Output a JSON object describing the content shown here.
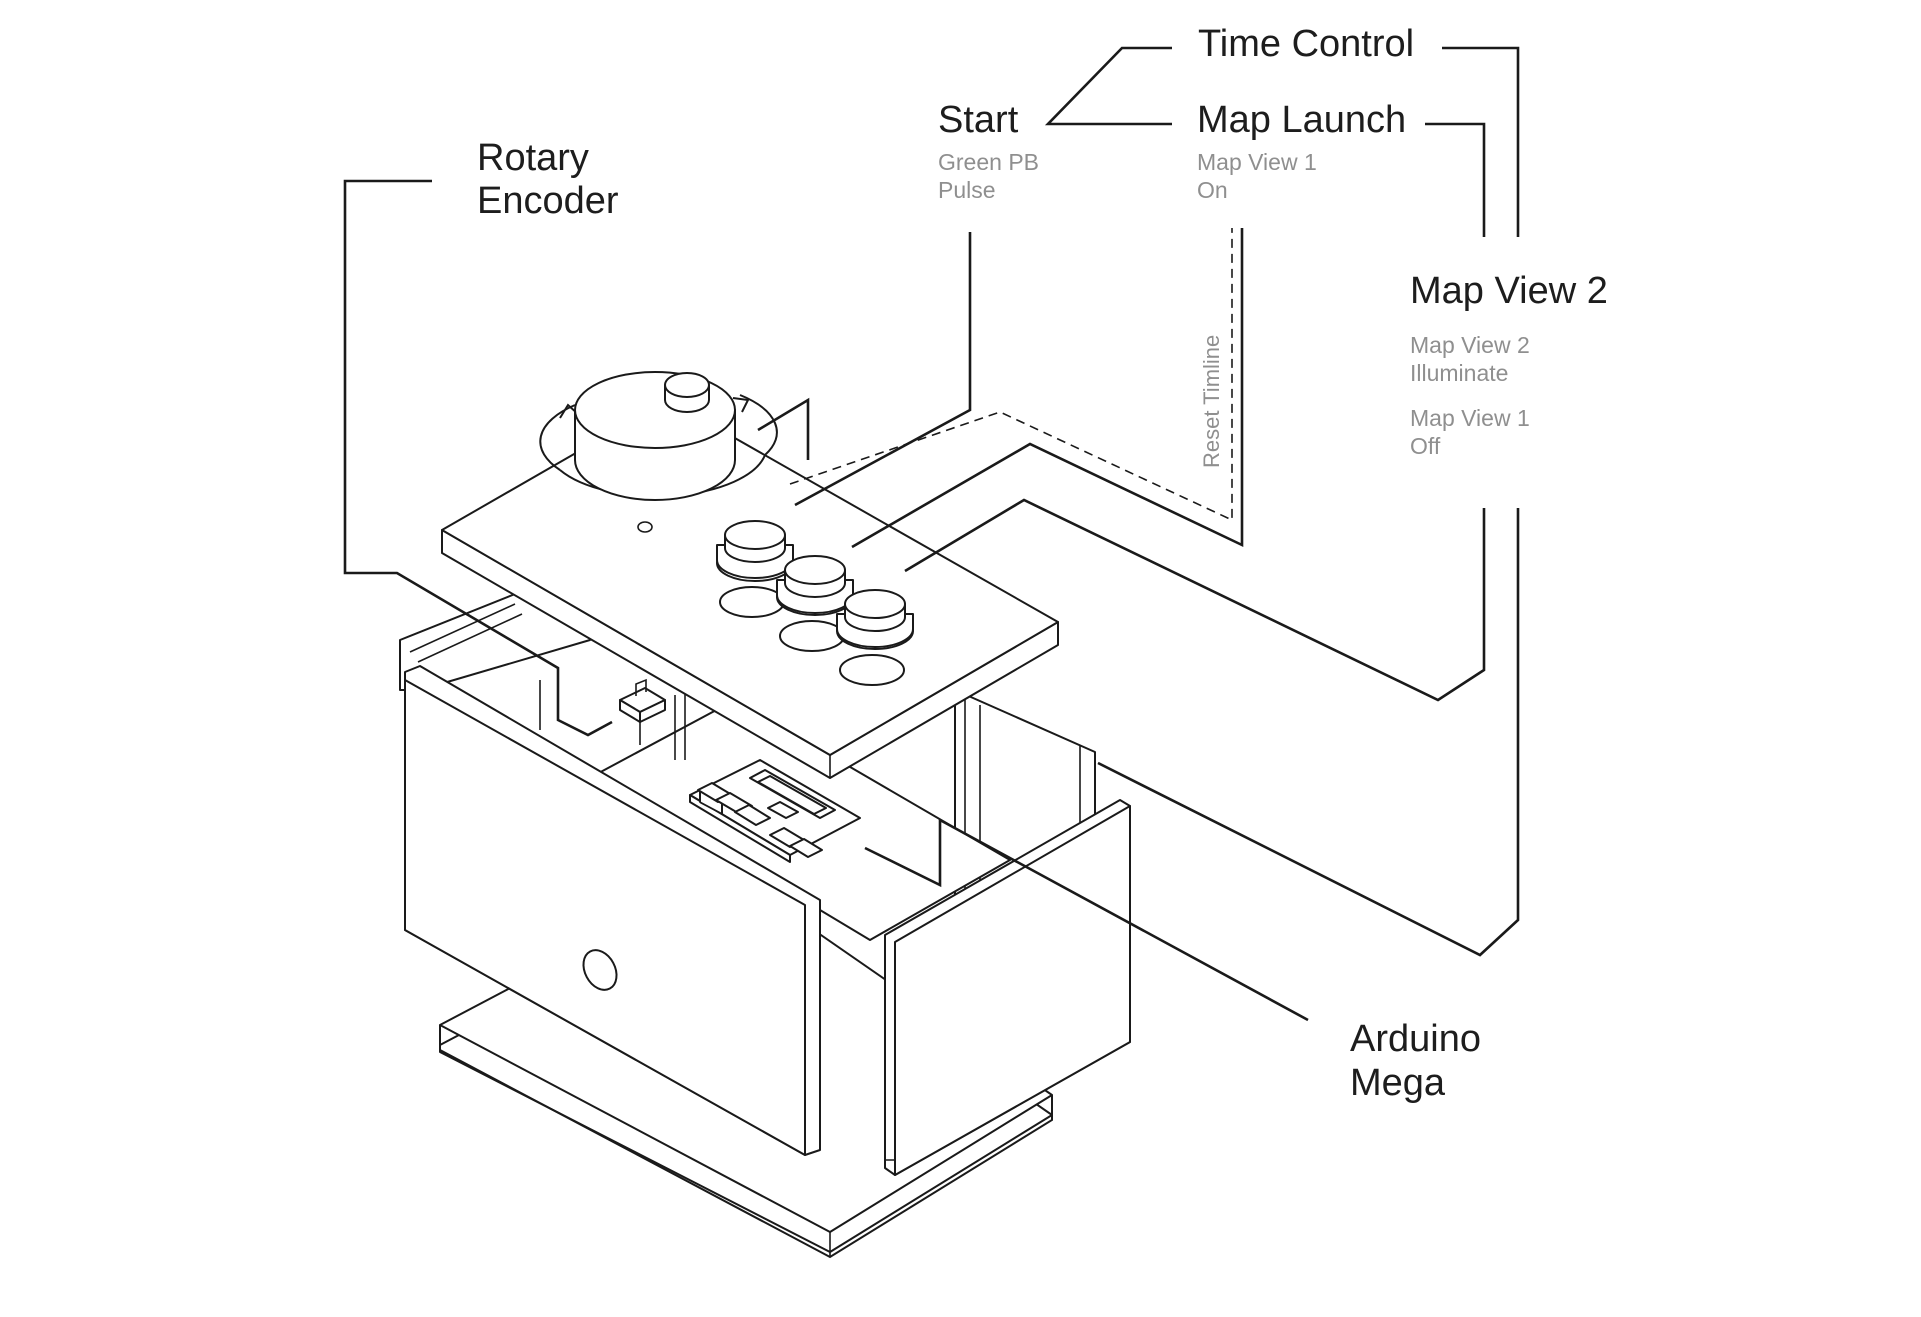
{
  "labels": {
    "time_control": "Time Control",
    "start": {
      "title": "Start",
      "line1": "Green PB",
      "line2": "Pulse"
    },
    "map_launch": {
      "title": "Map Launch",
      "line1": "Map View 1",
      "line2": "On"
    },
    "rotary_encoder": {
      "line1": "Rotary",
      "line2": "Encoder"
    },
    "map_view_2": {
      "title": "Map View 2",
      "group1_line1": "Map View 2",
      "group1_line2": "Illuminate",
      "group2_line1": "Map View 1",
      "group2_line2": "Off"
    },
    "reset_timeline": "Reset Timline",
    "arduino_mega": {
      "line1": "Arduino",
      "line2": "Mega"
    }
  },
  "colors": {
    "line": "#1a1a1a",
    "primary_text": "#1d1d1d",
    "secondary_text": "#8f8f8f",
    "background": "#ffffff"
  }
}
